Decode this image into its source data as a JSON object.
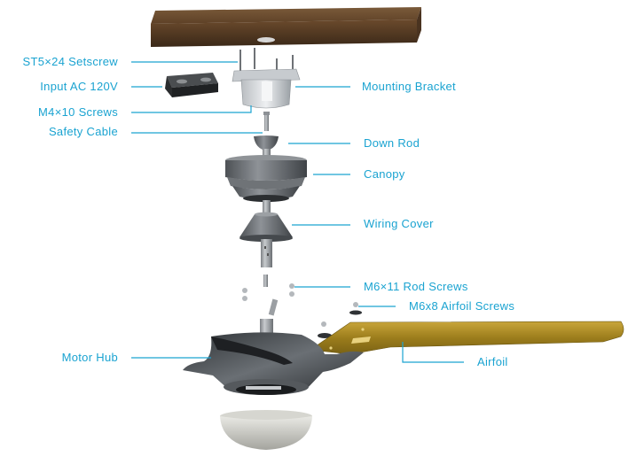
{
  "diagram": {
    "title": "Ceiling Fan Exploded View",
    "accent_color": "#1aa3d1",
    "labels_left": [
      {
        "id": "setscrew",
        "text": "ST5×24 Setscrew"
      },
      {
        "id": "input-ac",
        "text": "Input AC 120V"
      },
      {
        "id": "m4-screws",
        "text": "M4×10 Screws"
      },
      {
        "id": "safety-cable",
        "text": "Safety Cable"
      },
      {
        "id": "motor-hub",
        "text": "Motor Hub"
      }
    ],
    "labels_right": [
      {
        "id": "mounting-bracket",
        "text": "Mounting Bracket"
      },
      {
        "id": "down-rod",
        "text": "Down Rod"
      },
      {
        "id": "canopy",
        "text": "Canopy"
      },
      {
        "id": "wiring-cover",
        "text": "Wiring Cover"
      },
      {
        "id": "rod-screws",
        "text": "M6×11 Rod Screws"
      },
      {
        "id": "airfoil-screws",
        "text": "M6x8 Airfoil Screws"
      },
      {
        "id": "airfoil",
        "text": "Airfoil"
      }
    ],
    "components": [
      "ceiling-joist",
      "mounting-bracket",
      "junction-box",
      "safety-cable",
      "down-rod",
      "canopy",
      "wiring-cover",
      "rod-screws",
      "airfoil-screws",
      "airfoil",
      "motor-hub",
      "light-cover"
    ]
  }
}
